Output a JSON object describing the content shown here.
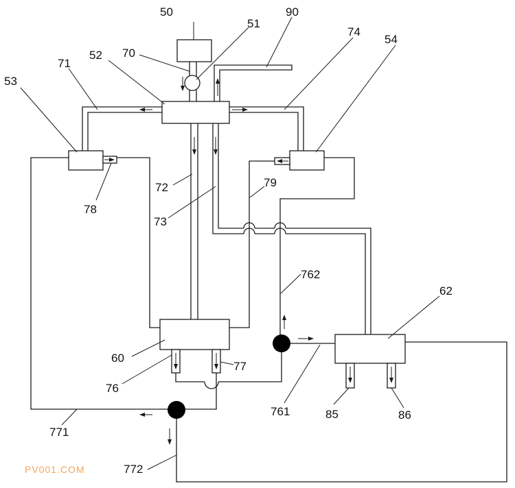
{
  "diagram": {
    "labels": {
      "l50": "50",
      "l51": "51",
      "l90": "90",
      "l74": "74",
      "l54": "54",
      "l70": "70",
      "l52": "52",
      "l71": "71",
      "l53": "53",
      "l78": "78",
      "l72": "72",
      "l73": "73",
      "l79": "79",
      "l762": "762",
      "l62": "62",
      "l60": "60",
      "l77": "77",
      "l76": "76",
      "l761": "761",
      "l85": "85",
      "l86": "86",
      "l771": "771",
      "l772": "772"
    },
    "watermark": "PV001.COM"
  }
}
